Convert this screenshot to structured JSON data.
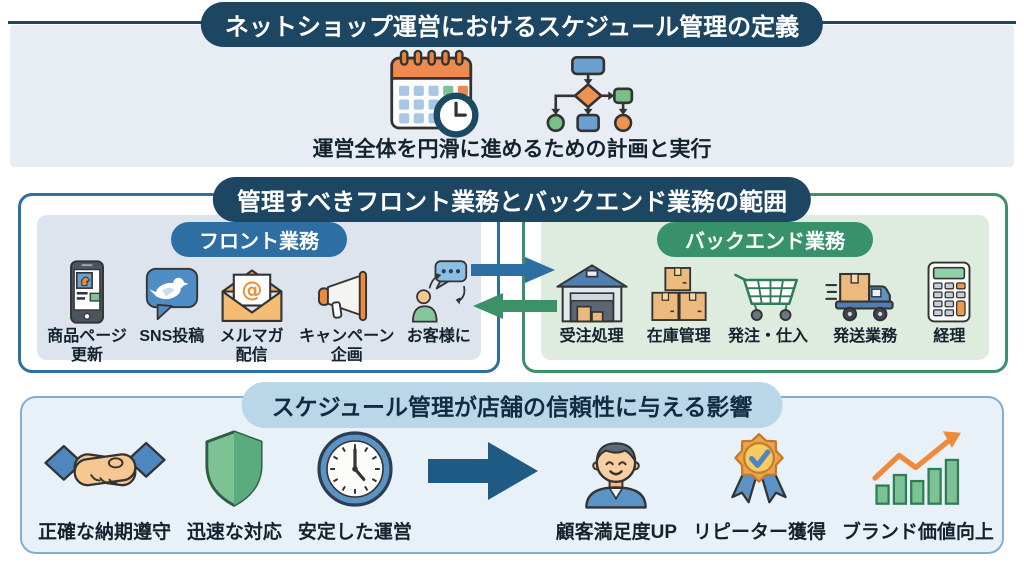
{
  "definition": {
    "title": "ネットショップ運営におけるスケジュール管理の定義",
    "caption": "運営全体を円滑に進めるための計画と実行",
    "icons": [
      "calendar-clock-icon",
      "flowchart-icon"
    ]
  },
  "scope": {
    "title": "管理すべきフロント業務とバックエンド業務の範囲",
    "front": {
      "label": "フロント業務",
      "accent": "#2d6ea3",
      "items": [
        {
          "icon": "smartphone-product-icon",
          "label": "商品ページ\n更新"
        },
        {
          "icon": "sns-bird-icon",
          "label": "SNS投稿"
        },
        {
          "icon": "email-newsletter-icon",
          "label": "メルマガ\n配信"
        },
        {
          "icon": "megaphone-icon",
          "label": "キャンペーン\n企画"
        },
        {
          "icon": "customer-chat-icon",
          "label": "お客様に"
        }
      ]
    },
    "back": {
      "label": "バックエンド業務",
      "accent": "#37926b",
      "items": [
        {
          "icon": "warehouse-icon",
          "label": "受注処理"
        },
        {
          "icon": "inventory-boxes-icon",
          "label": "在庫管理"
        },
        {
          "icon": "shopping-cart-icon",
          "label": "発注・仕入"
        },
        {
          "icon": "delivery-truck-icon",
          "label": "発送業務"
        },
        {
          "icon": "calculator-icon",
          "label": "経理"
        }
      ]
    }
  },
  "impact": {
    "title": "スケジュール管理が店舗の信頼性に与える影響",
    "causes": [
      {
        "icon": "handshake-icon",
        "label": "正確な納期遵守"
      },
      {
        "icon": "shield-icon",
        "label": "迅速な対応"
      },
      {
        "icon": "clock-icon",
        "label": "安定した運営"
      }
    ],
    "effects": [
      {
        "icon": "customer-face-icon",
        "label": "顧客満足度UP"
      },
      {
        "icon": "medal-icon",
        "label": "リピーター獲得"
      },
      {
        "icon": "growth-chart-icon",
        "label": "ブランド価値向上"
      }
    ]
  },
  "colors": {
    "navy_pill": "#1c4661",
    "front_blue": "#2d6ea3",
    "back_green": "#37926b",
    "top_panel_bg": "#e7edf3",
    "front_panel_bg": "#dde4ee",
    "back_panel_bg": "#ddecde",
    "impact_box_bg": "#e9f1f8",
    "impact_box_border": "#7fb0d4",
    "impact_pill_bg": "#b9d7e9",
    "impact_arrow_navy": "#1f5a85",
    "orange_accent": "#ee8a3c",
    "green_accent": "#7cc294"
  }
}
